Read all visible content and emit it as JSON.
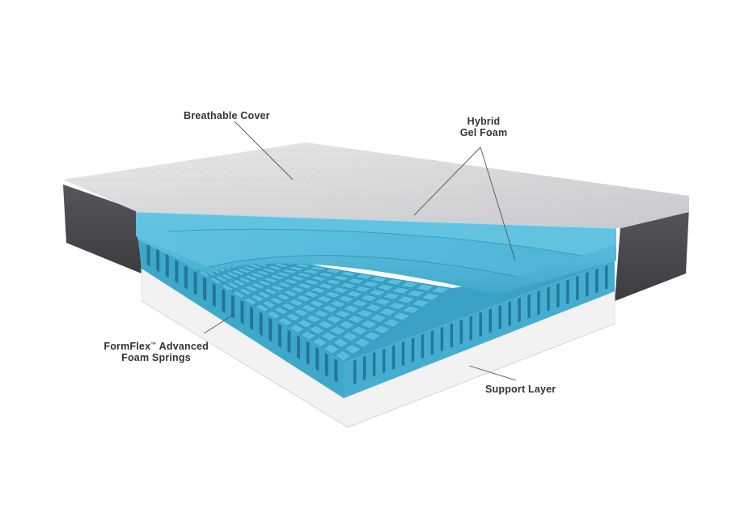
{
  "labels": {
    "breathable_cover": "Breathable Cover",
    "hybrid_line1": "Hybrid",
    "hybrid_line2": "Gel Foam",
    "formflex_brand": "FormFlex",
    "formflex_tm": "™",
    "formflex_rest": " Advanced",
    "formflex_line2": "Foam Springs",
    "support_layer": "Support Layer"
  },
  "colors": {
    "cover": "#d9d9dc",
    "side": "#4a4b50",
    "gel": "#53b9d8",
    "support": "#f2f2f2",
    "leader": "#555555",
    "text": "#333333"
  }
}
